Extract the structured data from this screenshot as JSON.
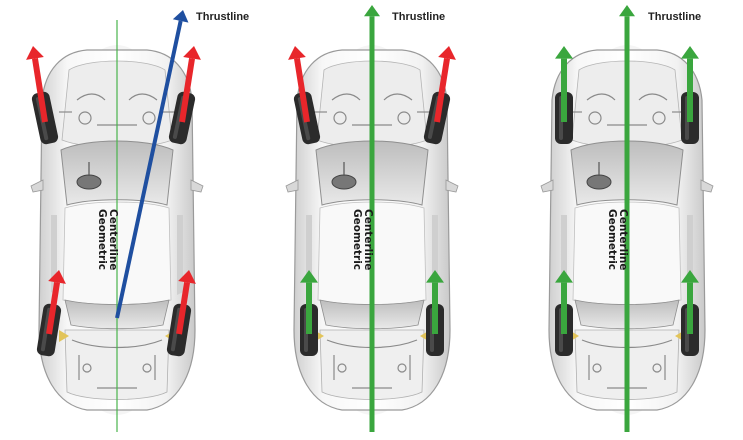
{
  "colors": {
    "red_arrow": "#e8262b",
    "green_arrow": "#3aa63e",
    "blue_arrow": "#1f4fa0",
    "centerline_thin": "#49b34c",
    "body_light": "#f4f4f4",
    "body_shade": "#d9d9d9",
    "tire": "#2b2b2b"
  },
  "icons": {
    "car": "car-top-view-icon",
    "arrow": "direction-arrow-icon"
  },
  "panels": [
    {
      "id": "left",
      "thrustline_label": "Thrustline",
      "centerline_label_1": "Geometric",
      "centerline_label_2": "Centerline"
    },
    {
      "id": "middle",
      "thrustline_label": "Thrustline",
      "centerline_label_1": "Geometric",
      "centerline_label_2": "Centerline"
    },
    {
      "id": "right",
      "thrustline_label": "Thrustline",
      "centerline_label_1": "Geometric",
      "centerline_label_2": "Centerline"
    }
  ]
}
